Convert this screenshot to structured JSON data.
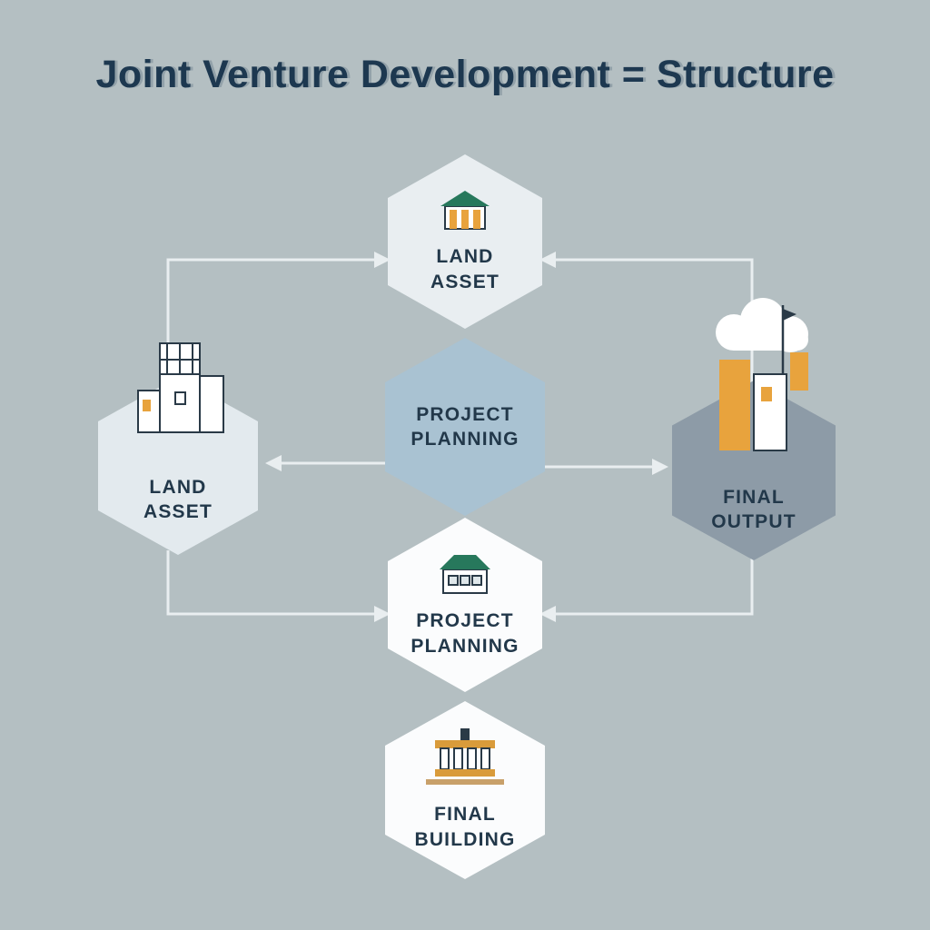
{
  "title": "Joint Venture Development = Structure",
  "colors": {
    "background": "#b4bfc2",
    "title_text": "#1d3850",
    "label_text": "#22384a",
    "arrow": "#e9eef0",
    "roof_green": "#27785c",
    "accent_orange": "#e8a33d",
    "icon_outline": "#2a3a47"
  },
  "nodes": [
    {
      "id": "top",
      "label_line1": "LAND",
      "label_line2": "ASSET",
      "fill": "#e9eef1",
      "icon": "house-icon"
    },
    {
      "id": "center",
      "label_line1": "PROJECT",
      "label_line2": "PLANNING",
      "fill": "#a9c2d2",
      "icon": ""
    },
    {
      "id": "left",
      "label_line1": "LAND",
      "label_line2": "ASSET",
      "fill": "#e3eaee",
      "icon": "office-building-icon"
    },
    {
      "id": "right",
      "label_line1": "FINAL",
      "label_line2": "OUTPUT",
      "fill": "#8d9ba7",
      "icon": "city-skyline-icon"
    },
    {
      "id": "bottom-center",
      "label_line1": "PROJECT",
      "label_line2": "PLANNING",
      "fill": "#fbfcfd",
      "icon": "house-windows-icon"
    },
    {
      "id": "bottom",
      "label_line1": "FINAL",
      "label_line2": "BUILDING",
      "fill": "#fbfcfd",
      "icon": "bank-building-icon"
    }
  ],
  "arrows": [
    {
      "from": "left",
      "to": "top",
      "shape": "elbow-up-right"
    },
    {
      "from": "right",
      "to": "top",
      "shape": "elbow-up-left"
    },
    {
      "from": "center",
      "to": "left",
      "shape": "straight-left"
    },
    {
      "from": "center",
      "to": "right",
      "shape": "straight-right"
    },
    {
      "from": "left",
      "to": "bottom-center",
      "shape": "elbow-down-right"
    },
    {
      "from": "right",
      "to": "bottom-center",
      "shape": "elbow-down-left"
    }
  ]
}
